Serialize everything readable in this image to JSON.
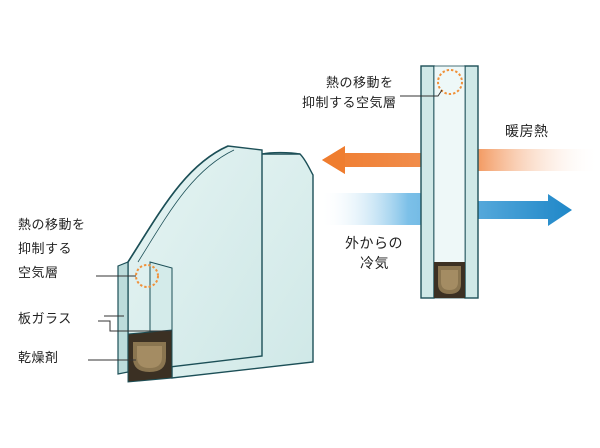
{
  "labels": {
    "air_layer_top_line1": "熱の移動を",
    "air_layer_top_line2": "抑制する空気層",
    "heating_heat": "暖房熱",
    "outside_cold_line1": "外からの",
    "outside_cold_line2": "冷気",
    "air_layer_left_line1": "熱の移動を",
    "air_layer_left_line2": "抑制する",
    "air_layer_left_line3": "空気層",
    "plate_glass": "板ガラス",
    "desiccant": "乾燥剤"
  },
  "colors": {
    "glass_face": "#d9eeed",
    "glass_edge": "#1c4f57",
    "warm_arrow": "#ef7d2f",
    "cold_arrow": "#1f87c8",
    "air_marker": "#f0913a",
    "desiccant": "#6e5a3a"
  },
  "icons": {
    "warm": "arrow-left-icon",
    "cold": "arrow-right-icon",
    "air": "dashed-circle-icon"
  }
}
